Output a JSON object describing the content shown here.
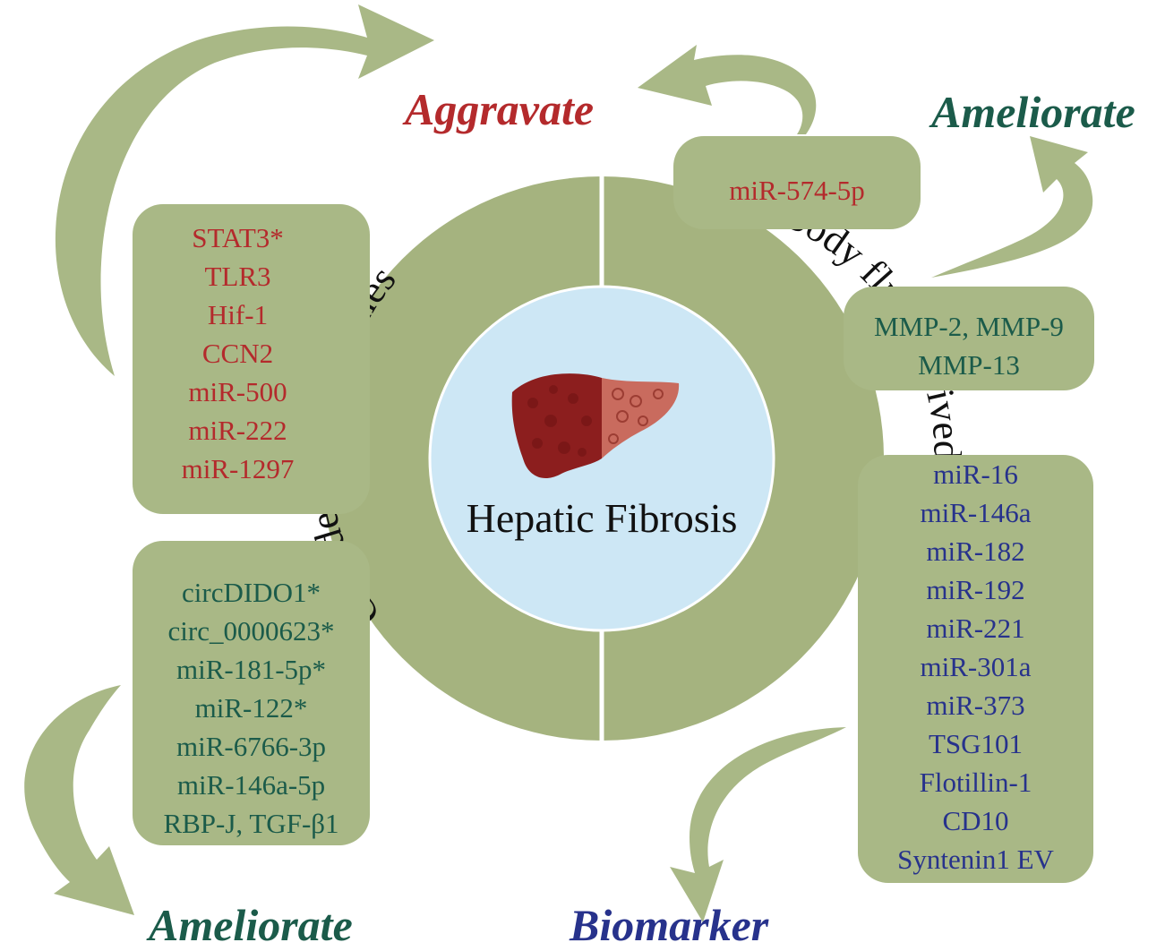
{
  "center": {
    "label": "Hepatic Fibrosis"
  },
  "ring": {
    "left_label": "Cell-derived exosomes",
    "right_label": "Body fluid-derived exosomes"
  },
  "outcomes": {
    "aggravate": "Aggravate",
    "ameliorate_top": "Ameliorate",
    "ameliorate_bottom": "Ameliorate",
    "biomarker": "Biomarker"
  },
  "cell_aggravate": [
    "STAT3*",
    "TLR3",
    "Hif-1",
    "CCN2",
    "miR-500",
    "miR-222",
    "miR-1297"
  ],
  "cell_ameliorate": [
    "circDIDO1*",
    "circ_0000623*",
    "miR-181-5p*",
    "miR-122*",
    "miR-6766-3p",
    "miR-146a-5p",
    "RBP-J, TGF-β1"
  ],
  "fluid_aggravate": [
    "miR-574-5p"
  ],
  "fluid_ameliorate": [
    "MMP-2,  MMP-9",
    "MMP-13"
  ],
  "fluid_biomarker": [
    "miR-16",
    "miR-146a",
    "miR-182",
    "miR-192",
    "miR-221",
    "miR-301a",
    "miR-373",
    "TSG101",
    "Flotillin-1",
    "CD10",
    "Syntenin1 EV"
  ],
  "colors": {
    "box": "#a9b886",
    "ring": "#a5b37f",
    "center": "#cde7f5",
    "aggravate": "#b42a2c",
    "ameliorate": "#1b5b4a",
    "biomarker": "#27328c"
  }
}
